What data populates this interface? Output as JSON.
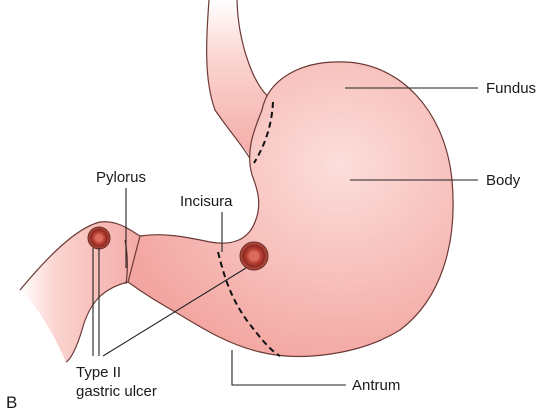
{
  "figure": {
    "panel_letter": "B",
    "labels": {
      "fundus": "Fundus",
      "body": "Body",
      "pylorus": "Pylorus",
      "incisura": "Incisura",
      "antrum": "Antrum",
      "ulcer_line1": "Type II",
      "ulcer_line2": "gastric ulcer"
    },
    "colors": {
      "stomach_fill": "#f4aaa6",
      "stomach_light": "#fbd3cf",
      "outline": "#6b3a36",
      "ulcer": "#b23a2e"
    }
  }
}
